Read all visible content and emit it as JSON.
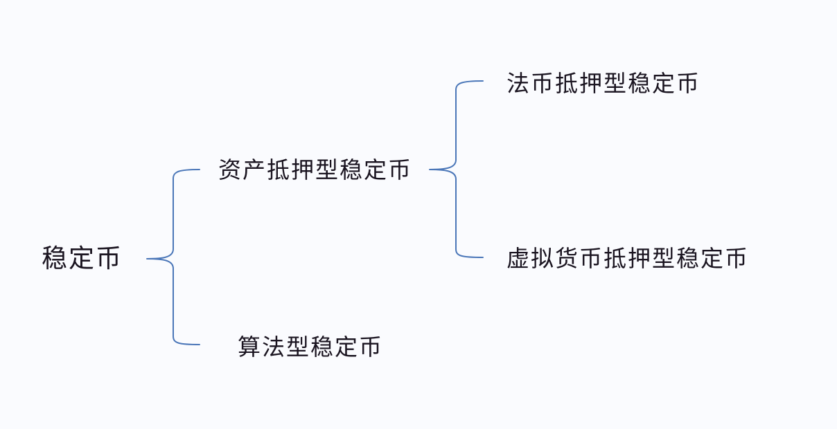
{
  "diagram": {
    "type": "tree-brace",
    "line_color": "#4a76b8",
    "background": "#fafbfe",
    "root": {
      "label": "稳定币",
      "children": [
        {
          "label": "资产抵押型稳定币",
          "children": [
            {
              "label": "法币抵押型稳定币"
            },
            {
              "label": "虚拟货币抵押型稳定币"
            }
          ]
        },
        {
          "label": "算法型稳定币"
        }
      ]
    }
  }
}
